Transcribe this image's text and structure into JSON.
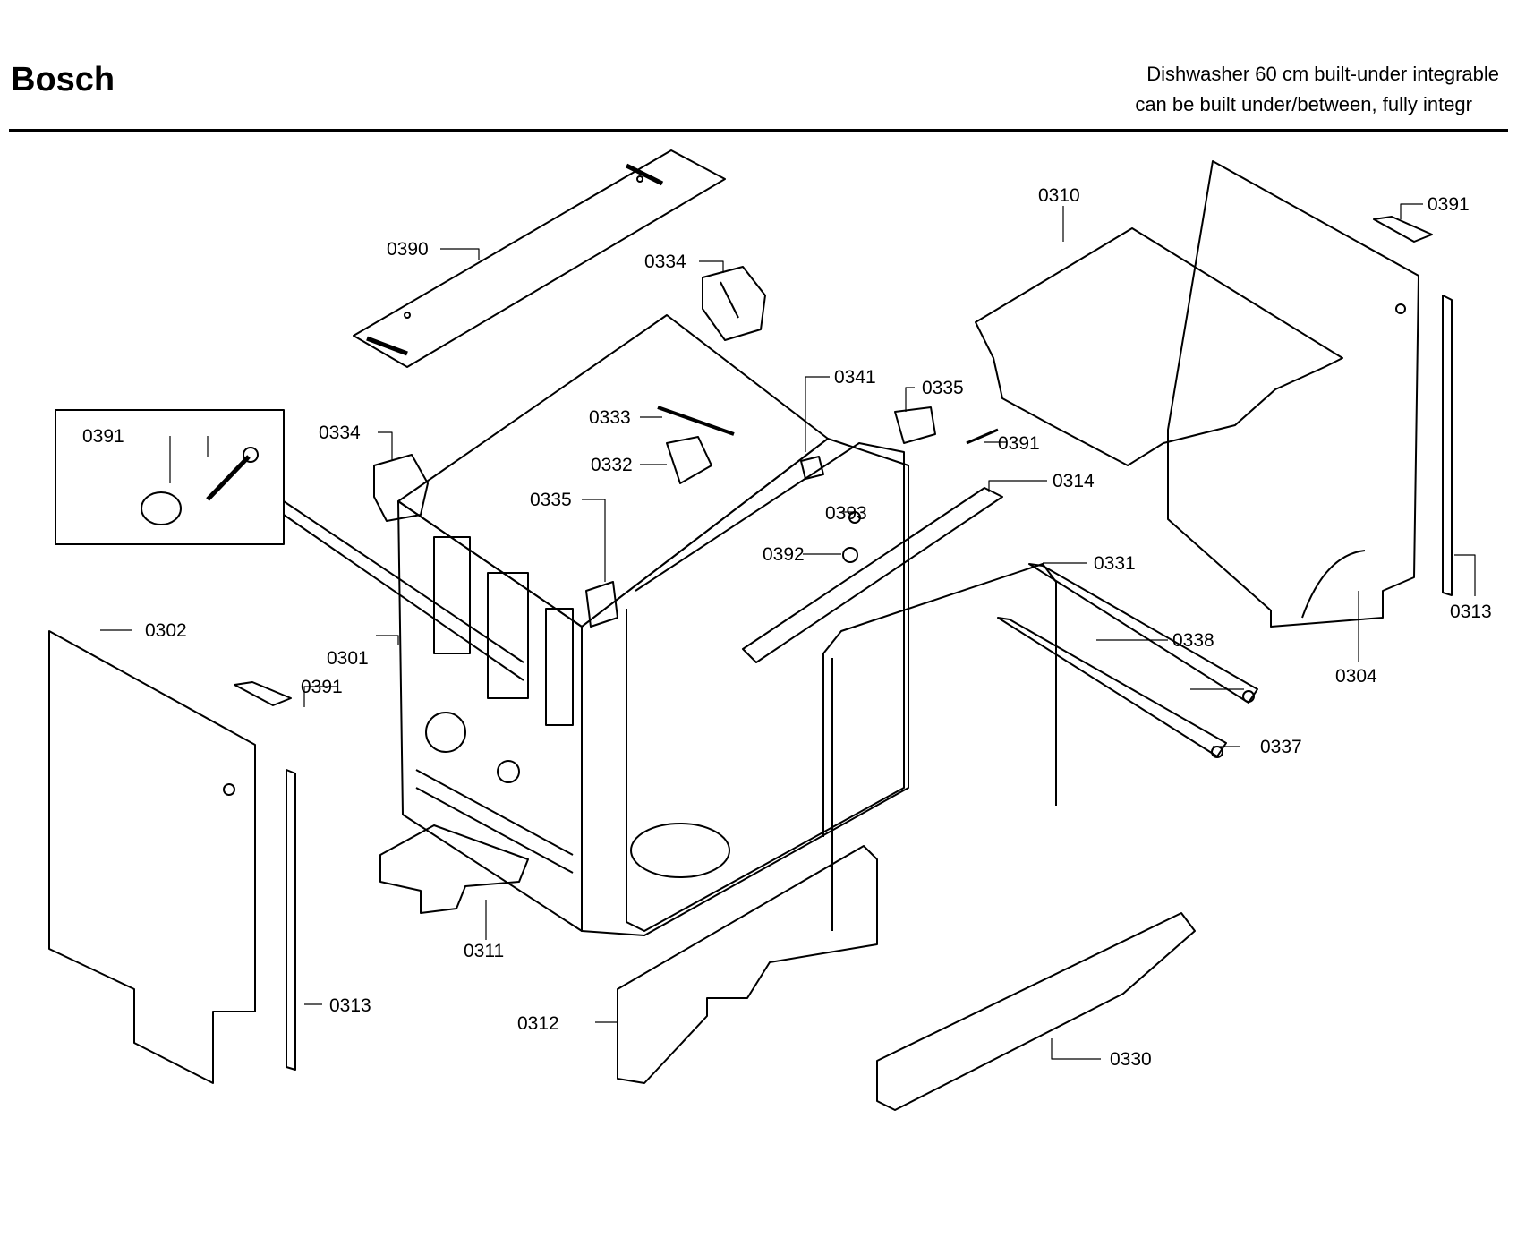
{
  "header": {
    "brand": "Bosch",
    "subtitle_line1": "Dishwasher 60 cm built-under integrable",
    "subtitle_line2": "can be built under/between, fully integr"
  },
  "labels": {
    "p0390": "0390",
    "p0334a": "0334",
    "p0334b": "0334",
    "p0391a": "0391",
    "p0391b": "0391",
    "p0391c": "0391",
    "p0391d": "0391",
    "p0333": "0333",
    "p0332": "0332",
    "p0341": "0341",
    "p0335a": "0335",
    "p0335b": "0335",
    "p0393": "0393",
    "p0392": "0392",
    "p0314": "0314",
    "p0331": "0331",
    "p0338": "0338",
    "p0337": "0337",
    "p0310": "0310",
    "p0313a": "0313",
    "p0313b": "0313",
    "p0304": "0304",
    "p0302": "0302",
    "p0301": "0301",
    "p0311": "0311",
    "p0312": "0312",
    "p0330": "0330"
  }
}
